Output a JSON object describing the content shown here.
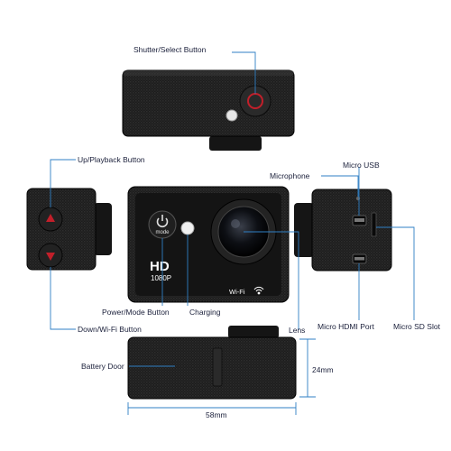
{
  "labels": {
    "shutter": "Shutter/Select Button",
    "up_playback": "Up/Playback Button",
    "down_wifi": "Down/Wi-Fi Button",
    "power_mode": "Power/Mode Button",
    "charging": "Charging",
    "lens": "Lens",
    "microphone": "Microphone",
    "micro_usb": "Micro USB",
    "micro_hdmi": "Micro HDMI Port",
    "micro_sd": "Micro SD Slot",
    "battery_door": "Battery Door",
    "height_dim": "24mm",
    "width_dim": "58mm"
  },
  "camera_front": {
    "hd": "HD",
    "resolution": "1080P",
    "power_text": "mode",
    "wifi": "Wi-Fi"
  },
  "colors": {
    "body": "#1b1b1b",
    "leader_line": "#2f7fc4",
    "label_text": "#1a1f3a",
    "button_red": "#c21f2a"
  },
  "icons": [
    "power-icon",
    "wifi-icon",
    "up-arrow-icon",
    "down-arrow-icon"
  ]
}
